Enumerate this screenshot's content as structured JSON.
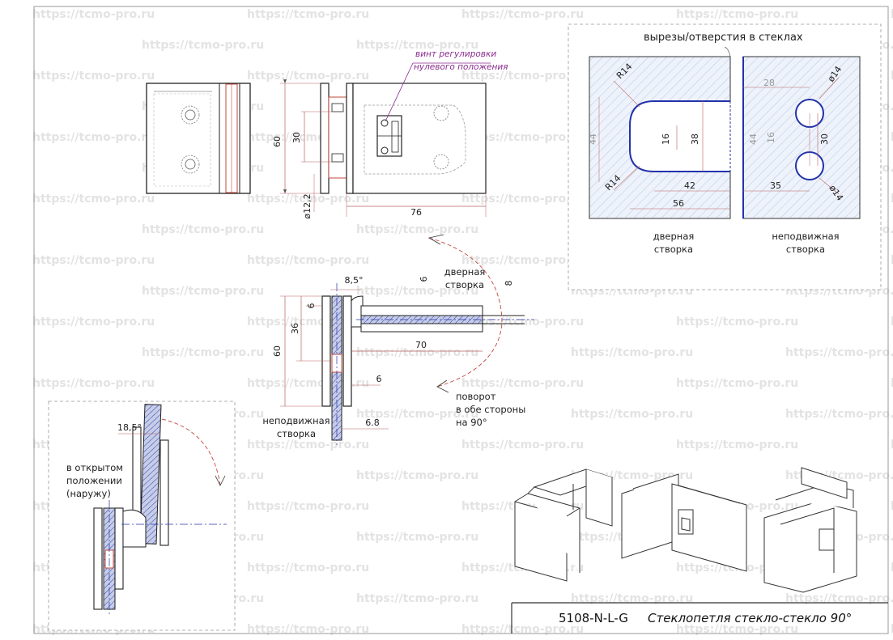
{
  "watermark": "https://tcmo-pro.ru",
  "watermark_short": "mo-pro.ru",
  "top_view": {
    "adjust_note_line1": "винт регулировки",
    "adjust_note_line2": "нулевого положения",
    "dim_height": "60",
    "dim_holes": "30",
    "dim_hole_diam": "ø12,2",
    "dim_width": "76"
  },
  "cutouts": {
    "title": "вырезы/отверстия в стеклах",
    "door_label_1": "дверная",
    "door_label_2": "створка",
    "fixed_label_1": "неподвижная",
    "fixed_label_2": "створка",
    "door_dims": {
      "r_top": "R14",
      "r_bottom": "R14",
      "d16": "16",
      "d38": "38",
      "d42": "42",
      "d56": "56",
      "d44": "44"
    },
    "fixed_dims": {
      "d28": "28",
      "d30": "30",
      "d35": "35",
      "d14a": "ø14",
      "d14b": "ø14",
      "d44": "44",
      "d16": "16"
    }
  },
  "side_view": {
    "dim_85": "8,5°",
    "dim_6_top": "6",
    "dim_8": "8",
    "dim_6_left": "6",
    "dim_36": "36",
    "dim_60": "60",
    "dim_70": "70",
    "dim_6_bottom": "6",
    "dim_68": "6.8",
    "door_label_1": "дверная",
    "door_label_2": "створка",
    "fixed_label_1": "неподвижная",
    "fixed_label_2": "створка",
    "rotation_1": "поворот",
    "rotation_2": "в обе стороны",
    "rotation_3": "на 90°"
  },
  "open_view": {
    "dim_185": "18,5°",
    "label_1": "в открытом",
    "label_2": "положении",
    "label_3": "(наружу)"
  },
  "title_block": {
    "code": "5108-N-L-G",
    "name": "Стеклопетля стекло-стекло 90°"
  },
  "colors": {
    "glass_fill": "#c6cde8",
    "glass_hatch": "#3340a8",
    "accent_red": "#c04a3c",
    "note_purple": "#8a2b8f",
    "dim_line": "#b86060",
    "hatch_light": "#a8bfe0"
  }
}
